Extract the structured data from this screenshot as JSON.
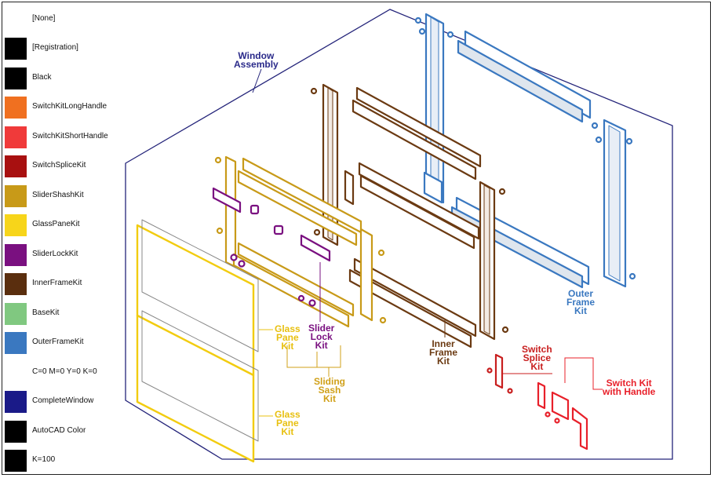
{
  "swatches": [
    {
      "label": "[None]",
      "color": "#ffffff"
    },
    {
      "label": "[Registration]",
      "color": "#000000"
    },
    {
      "label": "Black",
      "color": "#000000"
    },
    {
      "label": "SwitchKitLongHandle",
      "color": "#f07020"
    },
    {
      "label": "SwitchKitShortHandle",
      "color": "#f03a3a"
    },
    {
      "label": "SwitchSpliceKit",
      "color": "#a81010"
    },
    {
      "label": "SliderShashKit",
      "color": "#c89a18"
    },
    {
      "label": "GlassPaneKit",
      "color": "#f7d51a"
    },
    {
      "label": "SliderLockKit",
      "color": "#7a1080"
    },
    {
      "label": "InnerFrameKit",
      "color": "#5a2e0e"
    },
    {
      "label": "BaseKit",
      "color": "#80c880"
    },
    {
      "label": "OuterFrameKit",
      "color": "#3a78c0"
    },
    {
      "label": "C=0 M=0 Y=0 K=0",
      "color": "#ffffff"
    },
    {
      "label": "CompleteWindow",
      "color": "#1a1a88"
    },
    {
      "label": "AutoCAD Color",
      "color": "#000000"
    },
    {
      "label": "K=100",
      "color": "#000000"
    }
  ],
  "callouts": {
    "window_assembly": {
      "lines": [
        "Window",
        "Assembly"
      ],
      "color": "#2a2a8a"
    },
    "outer_frame_kit": {
      "lines": [
        "Outer",
        "Frame",
        "Kit"
      ],
      "color": "#3a78c0"
    },
    "inner_frame_kit": {
      "lines": [
        "Inner",
        "Frame",
        "Kit"
      ],
      "color": "#6b3a12"
    },
    "switch_splice_kit": {
      "lines": [
        "Switch",
        "Splice",
        "Kit"
      ],
      "color": "#c81e1e"
    },
    "switch_kit_handle": {
      "lines": [
        "Switch Kit",
        "with Handle"
      ],
      "color": "#e8202a"
    },
    "slider_lock_kit": {
      "lines": [
        "Slider",
        "Lock",
        "Kit"
      ],
      "color": "#7a1080"
    },
    "glass_pane_kit_1": {
      "lines": [
        "Glass",
        "Pane",
        "Kit"
      ],
      "color": "#e8c010"
    },
    "sliding_sash_kit": {
      "lines": [
        "Sliding",
        "Sash",
        "Kit"
      ],
      "color": "#d0a018"
    },
    "glass_pane_kit_2": {
      "lines": [
        "Glass",
        "Pane",
        "Kit"
      ],
      "color": "#e8c010"
    }
  }
}
